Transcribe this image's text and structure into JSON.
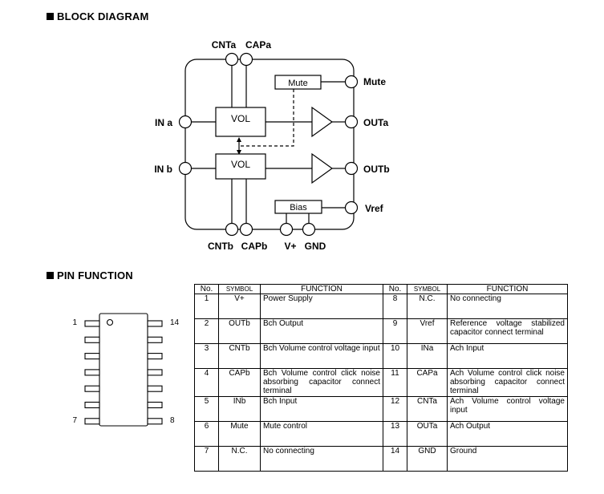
{
  "block_diagram": {
    "title": "BLOCK DIAGRAM",
    "pins": {
      "cnta": "CNTa",
      "capa": "CAPa",
      "mute": "Mute",
      "in_a": "IN a",
      "outa": "OUTa",
      "in_b": "IN b",
      "outb": "OUTb",
      "vref": "Vref",
      "cntb": "CNTb",
      "capb": "CAPb",
      "vplus": "V+",
      "gnd": "GND"
    },
    "blocks": {
      "vol_a": "VOL",
      "vol_b": "VOL",
      "mute": "Mute",
      "bias": "Bias"
    }
  },
  "pin_function": {
    "title": "PIN FUNCTION",
    "package": {
      "pin1": "1",
      "pin14": "14",
      "pin7": "7",
      "pin8": "8"
    },
    "headers": {
      "no": "No.",
      "symbol": "SYMBOL",
      "function": "FUNCTION"
    },
    "rows": [
      {
        "left": {
          "no": "1",
          "symbol": "V+",
          "function": "Power Supply"
        },
        "right": {
          "no": "8",
          "symbol": "N.C.",
          "function": "No connecting"
        }
      },
      {
        "left": {
          "no": "2",
          "symbol": "OUTb",
          "function": "Bch Output"
        },
        "right": {
          "no": "9",
          "symbol": "Vref",
          "function": "Reference voltage stabilized capacitor connect terminal"
        }
      },
      {
        "left": {
          "no": "3",
          "symbol": "CNTb",
          "function": "Bch Volume control voltage input"
        },
        "right": {
          "no": "10",
          "symbol": "INa",
          "function": "Ach Input"
        }
      },
      {
        "left": {
          "no": "4",
          "symbol": "CAPb",
          "function": "Bch Volume control click noise absorbing capacitor connect terminal"
        },
        "right": {
          "no": "11",
          "symbol": "CAPa",
          "function": "Ach Volume control click noise absorbing capacitor connect terminal"
        }
      },
      {
        "left": {
          "no": "5",
          "symbol": "INb",
          "function": "Bch Input"
        },
        "right": {
          "no": "12",
          "symbol": "CNTa",
          "function": "Ach Volume control voltage input"
        }
      },
      {
        "left": {
          "no": "6",
          "symbol": "Mute",
          "function": "Mute control"
        },
        "right": {
          "no": "13",
          "symbol": "OUTa",
          "function": "Ach Output"
        }
      },
      {
        "left": {
          "no": "7",
          "symbol": "N.C.",
          "function": "No connecting"
        },
        "right": {
          "no": "14",
          "symbol": "GND",
          "function": "Ground"
        }
      }
    ]
  }
}
